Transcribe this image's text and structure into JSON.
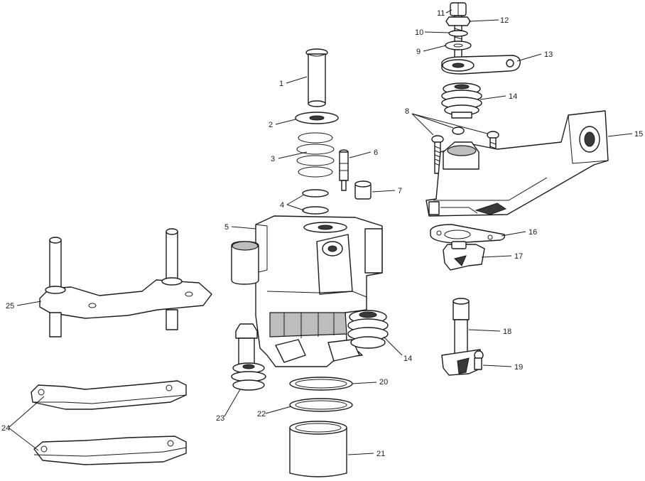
{
  "callouts": {
    "c1": "1",
    "c2": "2",
    "c3": "3",
    "c4": "4",
    "c5": "5",
    "c6": "6",
    "c7": "7",
    "c8": "8",
    "c9": "9",
    "c10": "10",
    "c11": "11",
    "c12": "12",
    "c13": "13",
    "c14a": "14",
    "c14b": "14",
    "c15": "15",
    "c16": "16",
    "c17": "17",
    "c18": "18",
    "c19": "19",
    "c20": "20",
    "c21": "21",
    "c22": "22",
    "c23": "23",
    "c24": "24",
    "c25": "25"
  }
}
